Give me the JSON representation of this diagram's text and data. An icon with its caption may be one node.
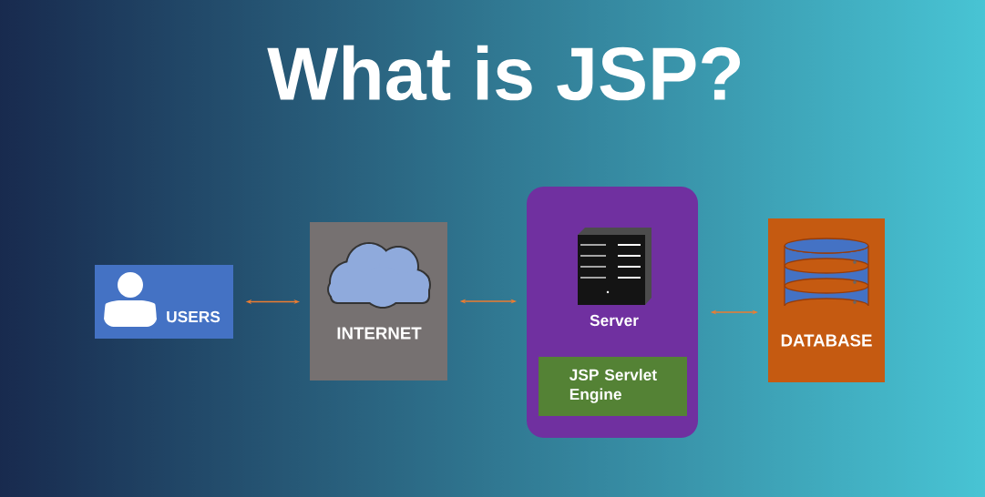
{
  "diagram": {
    "title": "What is JSP?",
    "nodes": [
      {
        "text": [
          "USERS"
        ]
      },
      {
        "text": [
          "INTERNET"
        ]
      },
      {
        "text": [
          "Server"
        ]
      },
      {
        "text": [
          "JSP Servlet Engine"
        ],
        "in": 2
      },
      {
        "text": [
          "DATABASE"
        ]
      }
    ],
    "edges": [
      {
        "from": 0,
        "to": 1,
        "arrow": "both"
      },
      {
        "from": 1,
        "to": 2,
        "arrow": "both"
      },
      {
        "from": 2,
        "to": 4,
        "arrow": "both"
      }
    ]
  }
}
